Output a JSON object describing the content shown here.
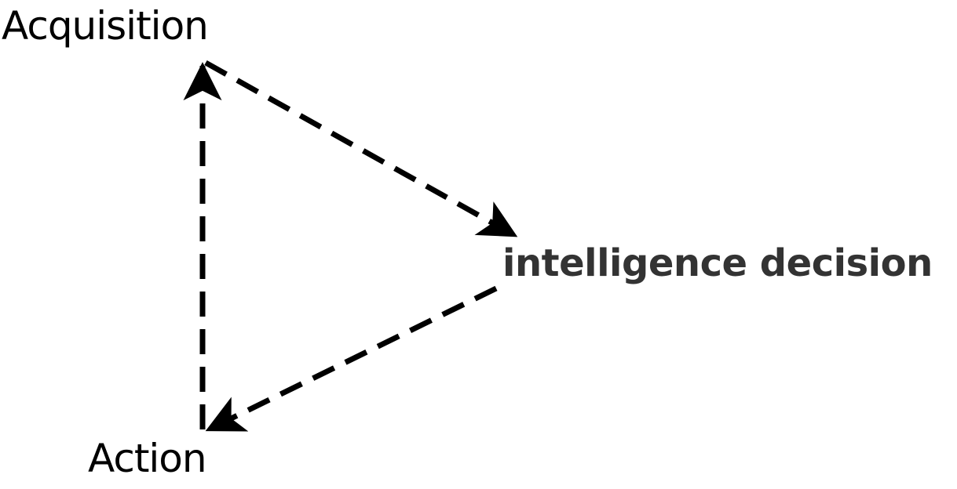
{
  "diagram": {
    "nodes": {
      "acquisition": "Acquisition",
      "intelligence_decision": "intelligence decision",
      "action": "Action"
    },
    "edges": [
      {
        "from": "acquisition",
        "to": "intelligence_decision",
        "style": "dashed"
      },
      {
        "from": "intelligence_decision",
        "to": "action",
        "style": "dashed"
      },
      {
        "from": "action",
        "to": "acquisition",
        "style": "dashed"
      }
    ],
    "colors": {
      "arrow": "#000000",
      "acquisition_text": "#000000",
      "action_text": "#000000",
      "intelligence_text": "#333333"
    }
  }
}
